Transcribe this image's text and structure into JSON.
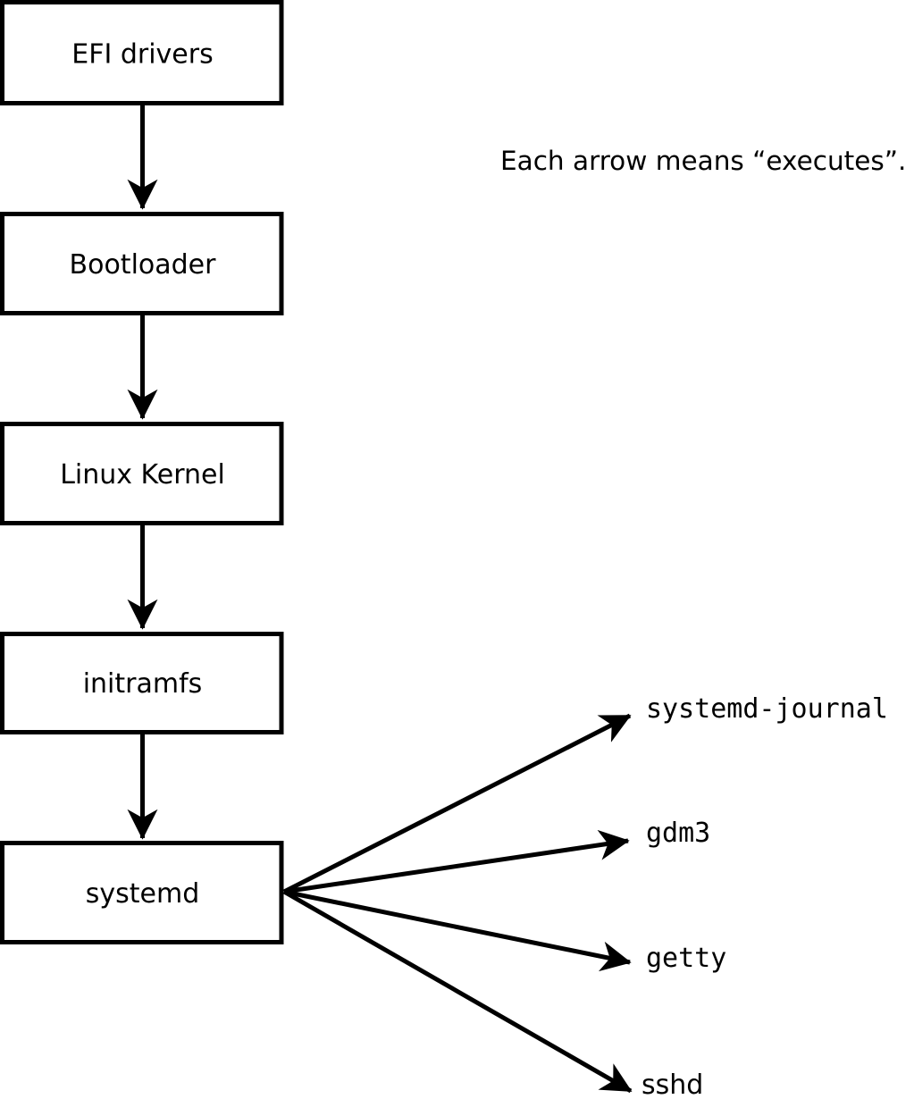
{
  "note": {
    "text": "Each arrow means “executes”."
  },
  "diagram": {
    "boot_chain": [
      {
        "label": "EFI drivers"
      },
      {
        "label": "Bootloader"
      },
      {
        "label": "Linux Kernel"
      },
      {
        "label": "initramfs"
      },
      {
        "label": "systemd"
      }
    ],
    "spawned_processes": [
      {
        "label": "systemd-journal"
      },
      {
        "label": "gdm3"
      },
      {
        "label": "getty"
      },
      {
        "label": "sshd"
      }
    ]
  },
  "colors": {
    "foreground": "#000000",
    "background": "#ffffff"
  }
}
